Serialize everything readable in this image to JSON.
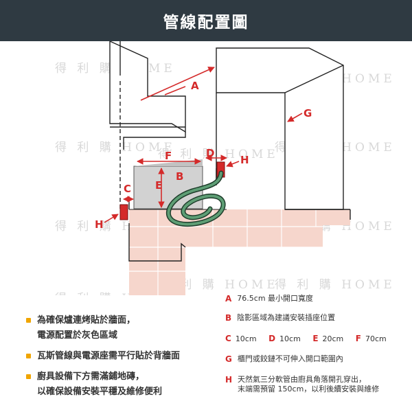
{
  "header": {
    "title": "管線配置圖"
  },
  "watermark": "得 利 購 HOME",
  "diagram_labels": {
    "A": "A",
    "B": "B",
    "C": "C",
    "D": "D",
    "E": "E",
    "F": "F",
    "G": "G",
    "H": "H"
  },
  "notes": [
    {
      "lines": [
        "為確保爐連烤貼於牆面，",
        "電源配置於灰色區域"
      ]
    },
    {
      "lines": [
        "瓦斯管線與電源座需平行貼於背牆面"
      ]
    },
    {
      "lines": [
        "廚具設備下方需滿鋪地磚，",
        "以確保設備安裝平穩及維修便利"
      ]
    }
  ],
  "legend": {
    "A": {
      "key": "A",
      "text": "76.5cm 最小開口寬度"
    },
    "B": {
      "key": "B",
      "text": "陰影區域為建議安裝插座位置"
    },
    "dims": [
      {
        "key": "C",
        "value": "10cm"
      },
      {
        "key": "D",
        "value": "10cm"
      },
      {
        "key": "E",
        "value": "20cm"
      },
      {
        "key": "F",
        "value": "70cm"
      }
    ],
    "G": {
      "key": "G",
      "text": "櫃門或鉸鏈不可伸入開口範圍內"
    },
    "H": {
      "key": "H",
      "lines": [
        "天然氣三分軟管由廚具角落開孔穿出，",
        "末端需預留 150cm，以利後續安裝與維修"
      ]
    }
  },
  "colors": {
    "header_bg": "#2f3a42",
    "accent_red": "#d42a2a",
    "floor_tile": "#f6d6cc",
    "outlet_gray": "#d2d2d2",
    "hose_green": "#3f7e5a",
    "bullet": "#f0a500"
  }
}
